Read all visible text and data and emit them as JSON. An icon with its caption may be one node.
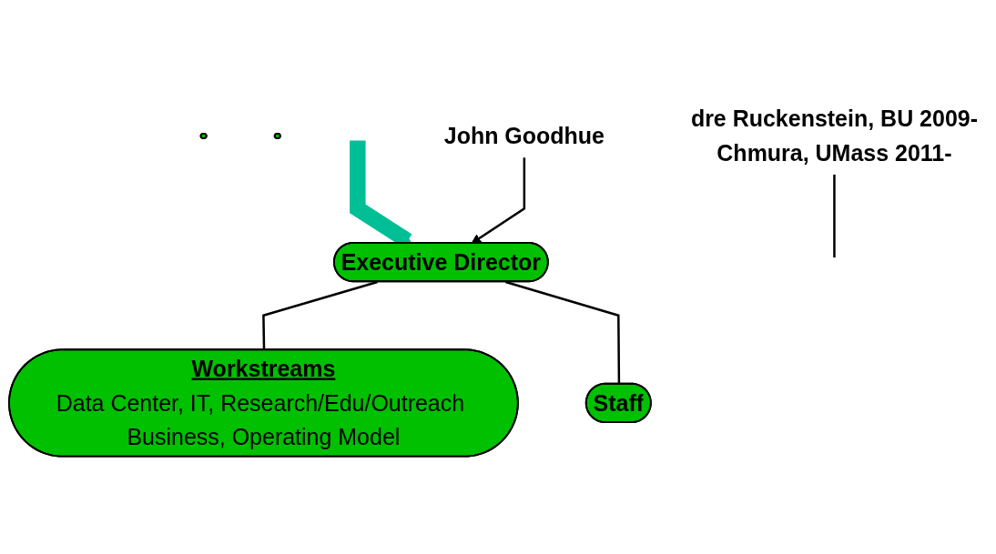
{
  "diagram": {
    "nodes": [
      {
        "text": [],
        "shape": "ellipse"
      },
      {
        "text": [],
        "shape": "ellipse"
      },
      {
        "text": [
          "Executive Director"
        ]
      },
      {
        "text": [
          "Workstreams",
          "Data Center, IT, Research/Edu/Outreach Business, Operating Model"
        ]
      },
      {
        "text": [
          "Staff"
        ]
      },
      {
        "text": [
          "dre Ruckenstein, BU 2009-",
          "Chmura, UMass 2011-"
        ]
      },
      {
        "text": [
          "John Goodhue"
        ]
      }
    ],
    "edges": [
      {
        "from": 5,
        "to": null,
        "arrow": "none"
      },
      {
        "from": null,
        "to": 2,
        "arrow": "to",
        "style": "thick",
        "color": "#00bf96"
      },
      {
        "from": 6,
        "to": 2,
        "arrow": "to"
      },
      {
        "from": 2,
        "to": 3,
        "arrow": "none"
      },
      {
        "from": 2,
        "to": 4,
        "arrow": "none"
      }
    ]
  }
}
